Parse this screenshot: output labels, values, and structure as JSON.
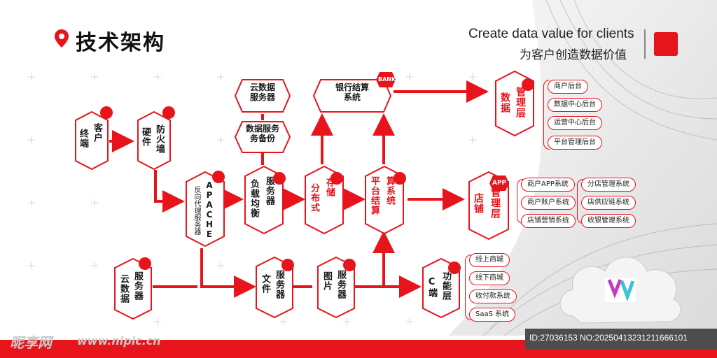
{
  "header": {
    "title": "技术架构",
    "subtitle_en": "Create data value for clients",
    "subtitle_zh": "为客户创造数据价值"
  },
  "nodes": {
    "terminal": {
      "col1": "终端",
      "col2": "客户"
    },
    "hardware": {
      "col1": "硬件",
      "col2": "防火墙"
    },
    "apache": {
      "main": "APACHE",
      "sub": "反向代理服务器"
    },
    "cloud_data": "云数据\n服务器",
    "data_backup": "数据服务\n务备份",
    "load_balance": {
      "col1": "负载均衡",
      "col2": "服务器"
    },
    "distributed": {
      "col1": "分布式",
      "col2": "存储"
    },
    "platform": {
      "col1": "平台结算",
      "col2": "算系统"
    },
    "bank": "银行结算\n系统",
    "bank_badge": "BANK",
    "data_mgmt": {
      "col1": "数据",
      "col2": "管理层"
    },
    "store_mgmt": {
      "col1": "店铺",
      "col2": "管理层"
    },
    "app_badge": "APP",
    "cloud_service": {
      "col1": "云数据",
      "col2": "服务器"
    },
    "file_server": {
      "col1": "文件",
      "col2": "服务器"
    },
    "image_server": {
      "col1": "图片",
      "col2": "服务器"
    },
    "c_end": {
      "col1": "C端",
      "col2": "功能层"
    }
  },
  "data_mgmt_items": [
    "商户后台",
    "数据中心后台",
    "运营中心后台",
    "平台管理后台"
  ],
  "store_items_left": [
    "商户APP系统",
    "商户账户系统",
    "店铺营销系统"
  ],
  "store_items_right": [
    "分店管理系统",
    "店供应链系统",
    "收银管理系统"
  ],
  "c_end_items": [
    "线上商城",
    "线下商城",
    "收付款系统",
    "SaaS 系统"
  ],
  "footer": {
    "watermark_logo": "昵享网",
    "watermark_url": "www.nipic.cn",
    "id_text": "ID:27036153 NO:20250413231211666101"
  },
  "colors": {
    "accent": "#e8141b",
    "text": "#1a1a1a",
    "footer_gray": "#4d4d4d"
  }
}
